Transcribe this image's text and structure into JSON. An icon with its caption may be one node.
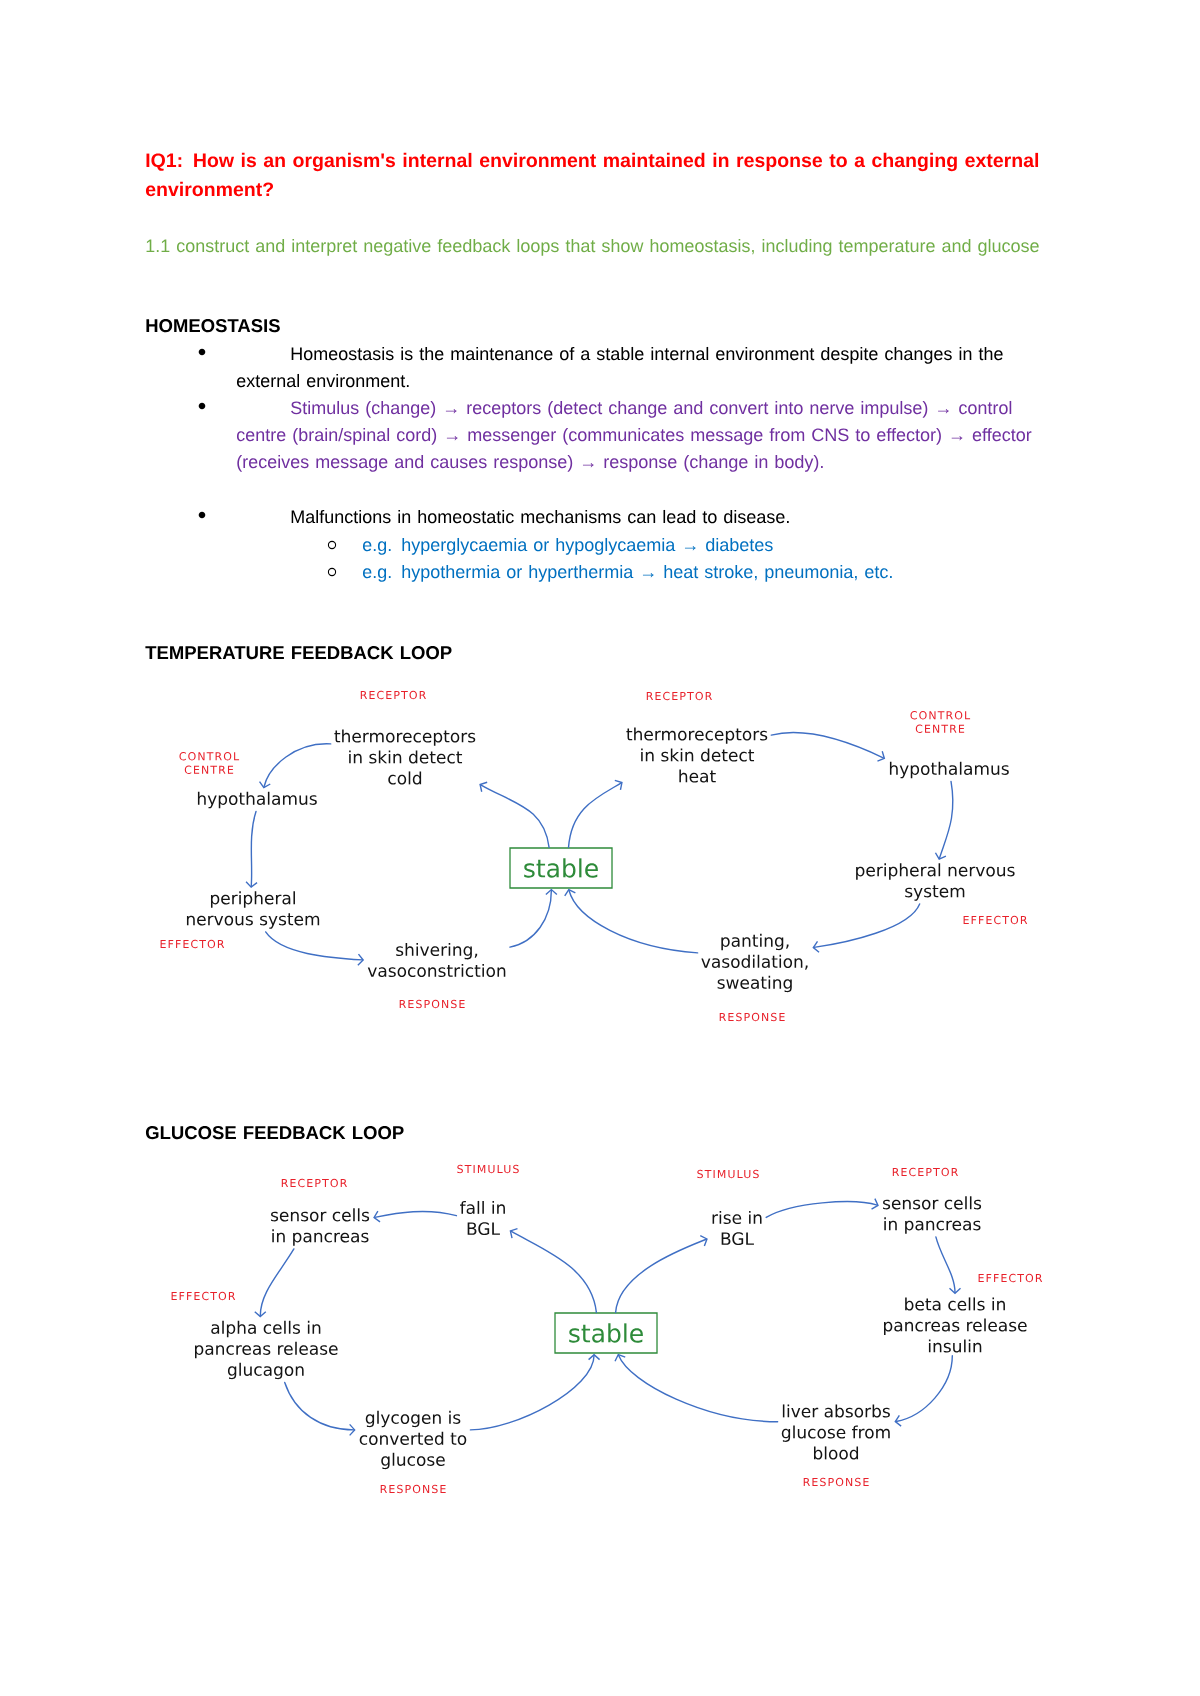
{
  "diagram": {
    "title": "IQ1: How is an organism's internal environment maintained in response to a changing external environment?",
    "nodes": [
      {
        "text": [
          "thermoreceptors in skin detect cold"
        ],
        "beside": [
          "RECEPTOR"
        ]
      },
      {
        "text": [
          "hypothalamus"
        ],
        "beside": [
          "CONTROL CENTRE"
        ]
      },
      {
        "text": [
          "peripheral nervous system"
        ],
        "beside": [
          "EFFECTOR"
        ]
      },
      {
        "text": [
          "shivering, vasoconstriction"
        ],
        "beside": [
          "RESPONSE"
        ]
      },
      {
        "text": [
          "stable"
        ]
      },
      {
        "text": [
          "thermoreceptors in skin detect heat"
        ],
        "beside": [
          "RECEPTOR"
        ]
      },
      {
        "text": [
          "hypothalamus"
        ],
        "beside": [
          "CONTROL CENTRE"
        ]
      },
      {
        "text": [
          "peripheral nervous system"
        ],
        "beside": [
          "EFFECTOR"
        ]
      },
      {
        "text": [
          "panting, vasodilation, sweating"
        ],
        "beside": [
          "RESPONSE"
        ]
      },
      {
        "text": [
          "fall in BGL"
        ],
        "beside": [
          "STIMULUS"
        ]
      },
      {
        "text": [
          "sensor cells in pancreas"
        ],
        "beside": [
          "RECEPTOR"
        ]
      },
      {
        "text": [
          "alpha cells in pancreas release glucagon"
        ],
        "beside": [
          "EFFECTOR"
        ]
      },
      {
        "text": [
          "glycogen is converted to glucose"
        ],
        "beside": [
          "RESPONSE"
        ]
      },
      {
        "text": [
          "stable"
        ]
      },
      {
        "text": [
          "rise in BGL"
        ],
        "beside": [
          "STIMULUS"
        ]
      },
      {
        "text": [
          "sensor cells in pancreas"
        ],
        "beside": [
          "RECEPTOR"
        ]
      },
      {
        "text": [
          "beta cells in pancreas release insulin"
        ],
        "beside": [
          "EFFECTOR"
        ]
      },
      {
        "text": [
          "liver absorbs glucose from blood"
        ],
        "beside": [
          "RESPONSE"
        ]
      }
    ],
    "edges": [
      {
        "from": 4,
        "to": 0,
        "arrow": "to"
      },
      {
        "from": 0,
        "to": 1,
        "arrow": "to"
      },
      {
        "from": 1,
        "to": 2,
        "arrow": "to"
      },
      {
        "from": 2,
        "to": 3,
        "arrow": "to"
      },
      {
        "from": 3,
        "to": 4,
        "arrow": "to"
      },
      {
        "from": 4,
        "to": 5,
        "arrow": "to"
      },
      {
        "from": 5,
        "to": 6,
        "arrow": "to"
      },
      {
        "from": 6,
        "to": 7,
        "arrow": "to"
      },
      {
        "from": 7,
        "to": 8,
        "arrow": "to"
      },
      {
        "from": 8,
        "to": 4,
        "arrow": "to"
      },
      {
        "from": 13,
        "to": 9,
        "arrow": "to"
      },
      {
        "from": 9,
        "to": 10,
        "arrow": "to"
      },
      {
        "from": 10,
        "to": 11,
        "arrow": "to"
      },
      {
        "from": 11,
        "to": 12,
        "arrow": "to"
      },
      {
        "from": 12,
        "to": 13,
        "arrow": "to"
      },
      {
        "from": 13,
        "to": 14,
        "arrow": "to"
      },
      {
        "from": 14,
        "to": 15,
        "arrow": "to"
      },
      {
        "from": 15,
        "to": 16,
        "arrow": "to"
      },
      {
        "from": 16,
        "to": 17,
        "arrow": "to"
      },
      {
        "from": 17,
        "to": 13,
        "arrow": "to"
      }
    ],
    "labels": [
      "1.1 construct and interpret negative feedback loops that show homeostasis, including temperature and glucose",
      "HOMEOSTASIS",
      "Homeostasis is the maintenance of a stable internal environment despite changes in the external environment.",
      "Stimulus (change) → receptors (detect change and convert into nerve impulse) → control centre (brain/spinal cord) → messenger (communicates message from CNS to effector) → effector (receives message and causes response) → response (change in body).",
      "Malfunctions in homeostatic mechanisms can lead to disease.",
      "e.g. hyperglycaemia or hypoglycaemia → diabetes",
      "e.g. hypothermia or hyperthermia → heat stroke, pneumonia, etc.",
      "TEMPERATURE FEEDBACK LOOP",
      "GLUCOSE FEEDBACK LOOP"
    ]
  }
}
